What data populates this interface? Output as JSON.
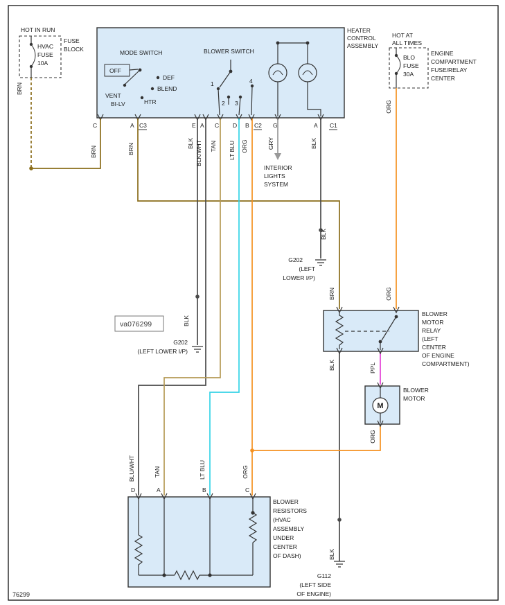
{
  "page": {
    "figure_number": "76299",
    "watermark": "va076299"
  },
  "colors": {
    "brn": "#8a6d1a",
    "tan": "#b59a55",
    "ltblu": "#35d3e6",
    "org": "#f59120",
    "gry": "#999999",
    "ppl": "#e33fd6",
    "blk": "#4a4a4a",
    "box_fill": "#d9eaf8",
    "line": "#333333"
  },
  "wires": {
    "brn": "BRN",
    "blk": "BLK",
    "blkwht": "BLK/WHT",
    "bluwht": "BLU/WHT",
    "tan": "TAN",
    "ltblu": "LT BLU",
    "org": "ORG",
    "gry": "GRY",
    "ppl": "PPL"
  },
  "power_left": {
    "title": "HOT IN RUN",
    "fuse_lines": [
      "HVAC",
      "FUSE",
      "10A"
    ],
    "block_lines": [
      "FUSE",
      "BLOCK"
    ]
  },
  "power_right": {
    "title_lines": [
      "HOT AT",
      "ALL TIMES"
    ],
    "fuse_lines": [
      "BLO",
      "FUSE",
      "30A"
    ],
    "center_lines": [
      "ENGINE",
      "COMPARTMENT",
      "FUSE/RELAY",
      "CENTER"
    ]
  },
  "heater": {
    "title_lines": [
      "HEATER",
      "CONTROL",
      "ASSEMBLY"
    ],
    "mode_switch": {
      "title": "MODE SWITCH",
      "positions": [
        "OFF",
        "DEF",
        "BLEND",
        "VENT",
        "BI-LV",
        "HTR"
      ]
    },
    "blower_switch": {
      "title": "BLOWER SWITCH",
      "positions": [
        "1",
        "2",
        "3",
        "4"
      ]
    },
    "pin_letters": [
      "C",
      "A",
      "E",
      "A",
      "C",
      "D",
      "B",
      "G",
      "A"
    ],
    "connectors": [
      "C3",
      "C2",
      "C1"
    ]
  },
  "interior_lights_lines": [
    "INTERIOR",
    "LIGHTS",
    "SYSTEM"
  ],
  "grounds": {
    "g202_right_lines": [
      "G202",
      "(LEFT",
      "LOWER I/P)"
    ],
    "g202_left_lines": [
      "G202",
      "(LEFT LOWER I/P)"
    ],
    "g112_lines": [
      "G112",
      "(LEFT SIDE",
      "OF ENGINE)"
    ]
  },
  "relay": {
    "title_lines": [
      "BLOWER",
      "MOTOR",
      "RELAY",
      "(LEFT",
      "CENTER",
      "OF ENGINE",
      "COMPARTMENT)"
    ]
  },
  "motor": {
    "title_lines": [
      "BLOWER",
      "MOTOR"
    ],
    "symbol": "M"
  },
  "resistors": {
    "title_lines": [
      "BLOWER",
      "RESISTORS",
      "(HVAC",
      "ASSEMBLY",
      "UNDER",
      "CENTER",
      "OF DASH)"
    ],
    "pin_letters": [
      "D",
      "A",
      "B",
      "C"
    ]
  }
}
